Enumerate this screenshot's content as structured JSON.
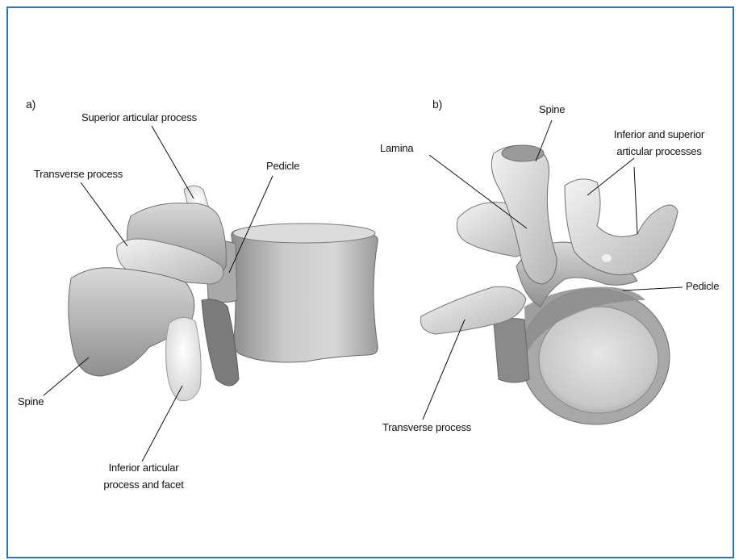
{
  "figure": {
    "caption": "",
    "border_color": "#2f74b8"
  },
  "panels": {
    "a": {
      "letter": "a)",
      "labels": {
        "superior_articular_process": "Superior articular process",
        "transverse_process": "Transverse process",
        "pedicle": "Pedicle",
        "spine": "Spine",
        "inferior_articular_line1": "Inferior articular",
        "inferior_articular_line2": "process and facet"
      }
    },
    "b": {
      "letter": "b)",
      "labels": {
        "spine": "Spine",
        "lamina": "Lamina",
        "inferior_superior_line1": "Inferior and superior",
        "inferior_superior_line2": "articular processes",
        "pedicle": "Pedicle",
        "transverse_process": "Transverse process"
      }
    }
  }
}
